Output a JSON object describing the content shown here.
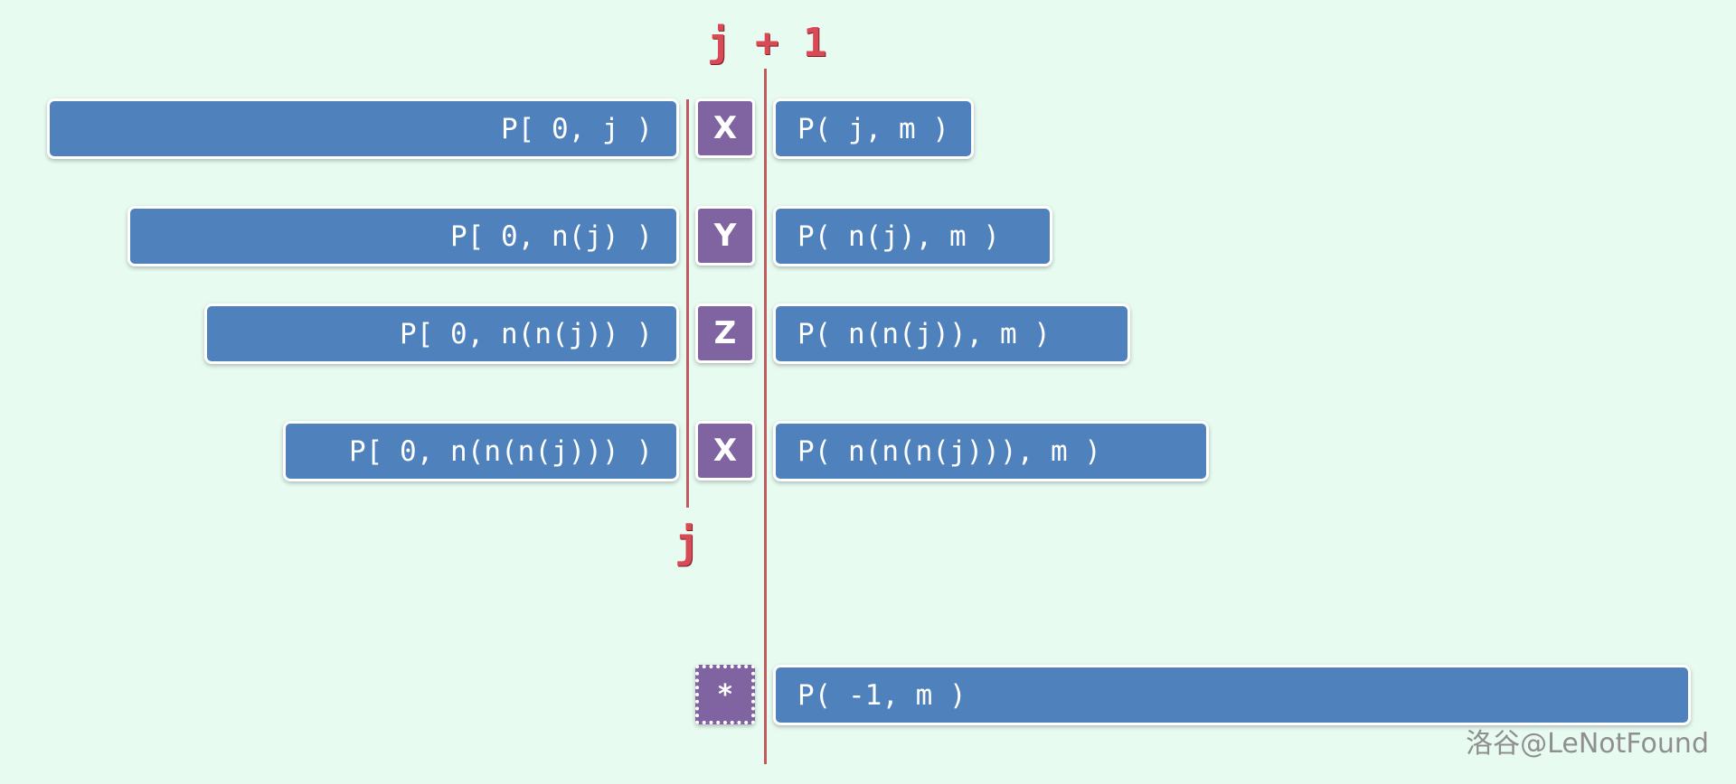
{
  "labels": {
    "top": "j + 1",
    "bottom": "j"
  },
  "rows": [
    {
      "left": "P[ 0, j )",
      "symbol": "X",
      "right": "P( j, m )"
    },
    {
      "left": "P[ 0, n(j) )",
      "symbol": "Y",
      "right": "P( n(j), m )"
    },
    {
      "left": "P[ 0, n(n(j)) )",
      "symbol": "Z",
      "right": "P( n(n(j)), m )"
    },
    {
      "left": "P[ 0, n(n(n(j))) )",
      "symbol": "X",
      "right": "P( n(n(n(j))), m )"
    }
  ],
  "sentinel": {
    "symbol": "*",
    "right": "P( -1, m )"
  },
  "watermark": "洛谷@LeNotFound",
  "colors": {
    "background": "#e7fbf1",
    "bar": "#4f81bd",
    "symbol": "#8064a2",
    "divider": "#c05a5e",
    "label": "#d84a55"
  }
}
